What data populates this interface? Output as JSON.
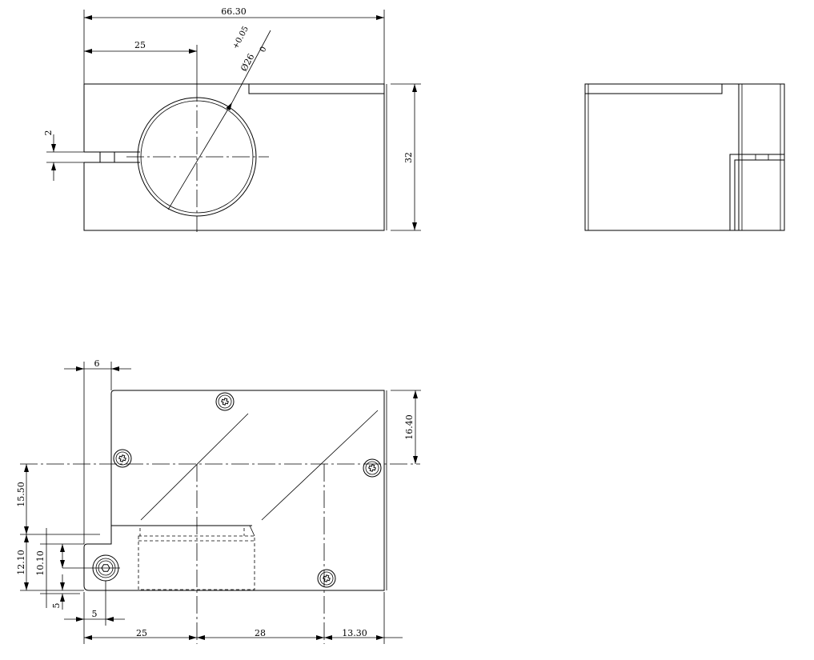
{
  "drawing": {
    "front_view": {
      "overall_width": "66.30",
      "bore_offset": "25",
      "bore_diameter": "Ø26",
      "bore_tol_upper": "+0.05",
      "bore_tol_lower": "0",
      "slot_width": "2",
      "height": "32"
    },
    "bottom_view": {
      "flange_width": "6",
      "top_to_axis": "16.40",
      "axis_to_step": "15.50",
      "step_to_base": "12.10",
      "hole_height": "10.10",
      "base_offset": "5",
      "hole_offset": "5",
      "seg_1": "25",
      "seg_2": "28",
      "seg_3": "13.30"
    }
  }
}
